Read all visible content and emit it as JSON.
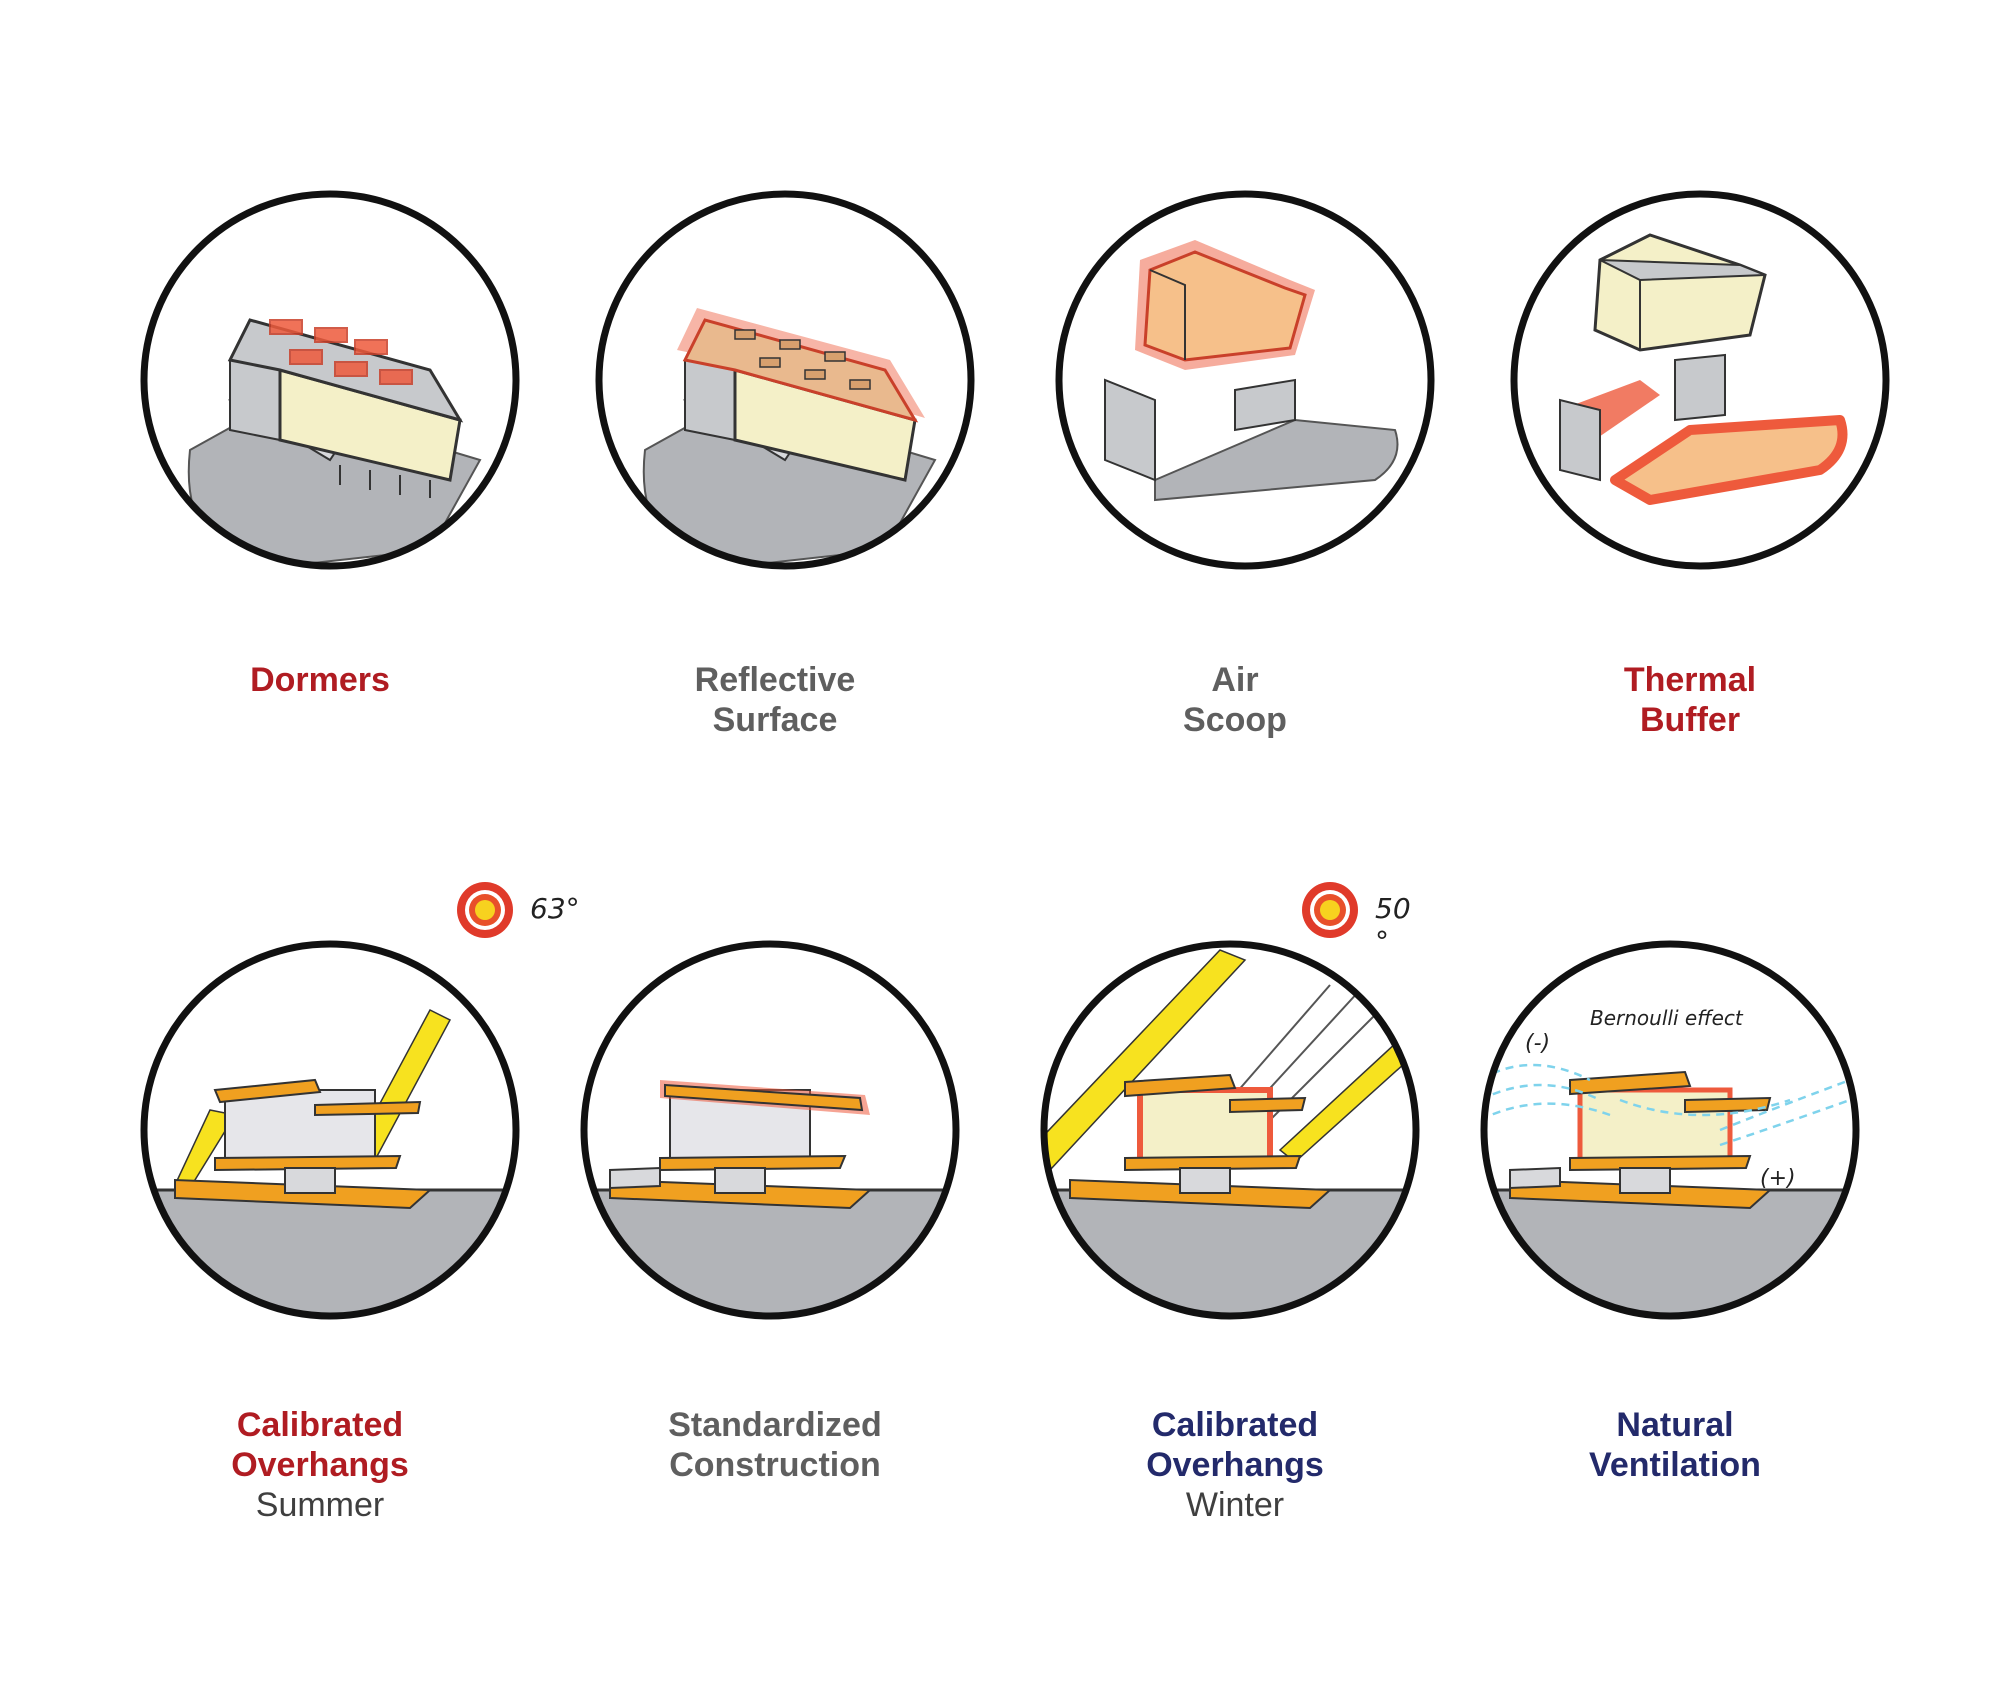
{
  "colors": {
    "red": "#b01c22",
    "gray": "#5f5f5f",
    "navy": "#232a6b",
    "ground": "#b2b4b8",
    "highlight": "#ee5a3c",
    "sunlight": "#f7e21f",
    "cream": "#f4f0c8",
    "orange": "#f0a020"
  },
  "diagrams": [
    {
      "title": "Dormers",
      "color": "red",
      "icon": "building-dormers-icon"
    },
    {
      "title": "Reflective Surface",
      "color": "gray",
      "icon": "building-reflective-roof-icon"
    },
    {
      "title": "Air Scoop",
      "color": "gray",
      "icon": "building-air-scoop-icon"
    },
    {
      "title": "Thermal Buffer",
      "color": "red",
      "icon": "building-thermal-buffer-icon"
    },
    {
      "title": "Calibrated Overhangs",
      "subtitle": "Summer",
      "color": "red",
      "icon": "section-summer-sun-icon",
      "sun_angle": "63°"
    },
    {
      "title": "Standardized Construction",
      "color": "gray",
      "icon": "section-standardized-icon"
    },
    {
      "title": "Calibrated Overhangs",
      "subtitle": "Winter",
      "color": "navy",
      "icon": "section-winter-sun-icon",
      "sun_angle": "50 °"
    },
    {
      "title": "Natural Ventilation",
      "color": "navy",
      "icon": "section-ventilation-icon",
      "annotations": {
        "effect": "Bernoulli effect",
        "negative": "(-)",
        "positive": "(+)"
      }
    }
  ]
}
